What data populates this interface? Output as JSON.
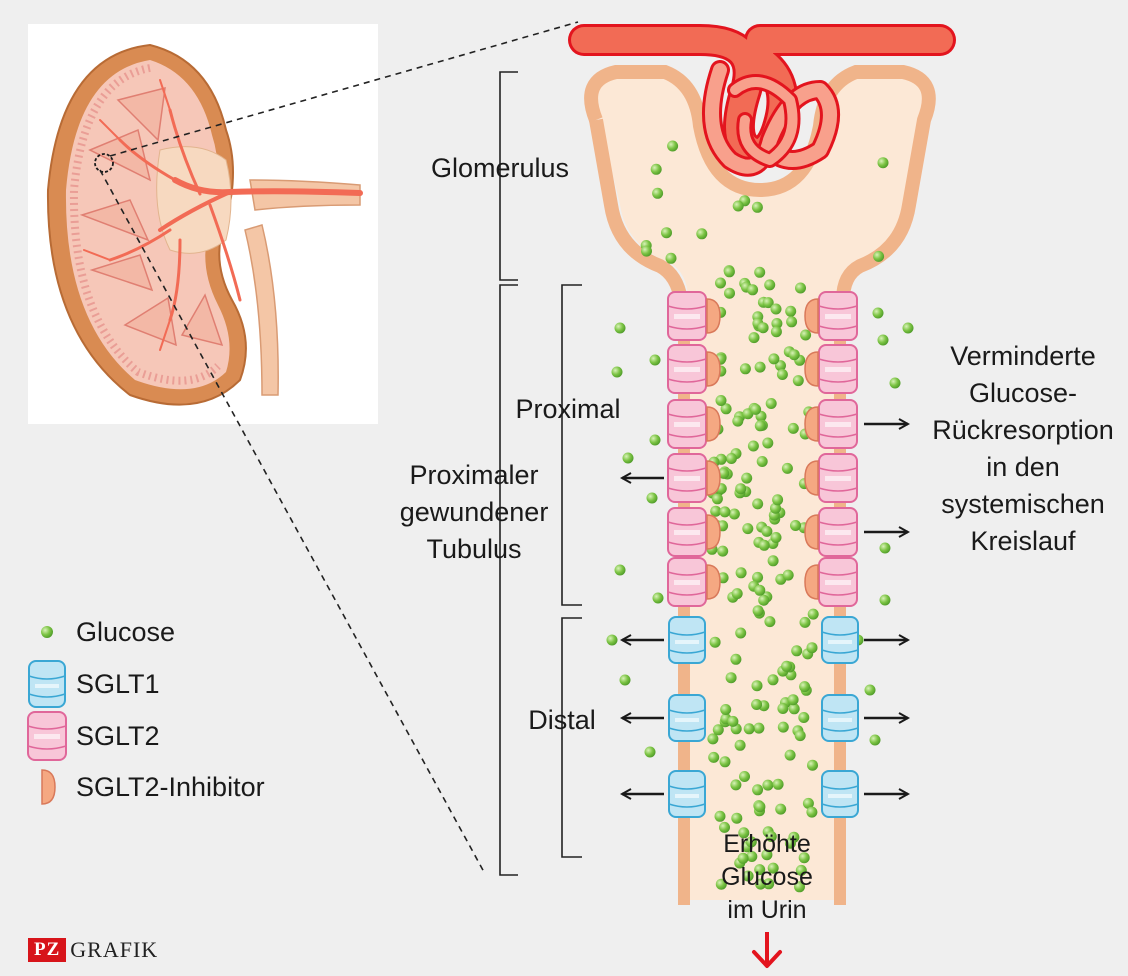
{
  "labels": {
    "glomerulus": "Glomerulus",
    "proximal_tubule": [
      "Proximaler",
      "gewundener",
      "Tubulus"
    ],
    "proximal": "Proximal",
    "distal": "Distal",
    "reduced_reabsorption": [
      "Verminderte",
      "Glucose-",
      "Rückresorption",
      "in den",
      "systemischen",
      "Kreislauf"
    ],
    "urine": [
      "Erhöhte",
      "Glucose",
      "im Urin"
    ]
  },
  "legend": [
    {
      "icon": "glucose-dot-icon",
      "label": "Glucose"
    },
    {
      "icon": "sglt1-transporter-icon",
      "label": "SGLT1"
    },
    {
      "icon": "sglt2-transporter-icon",
      "label": "SGLT2"
    },
    {
      "icon": "sglt2-inhibitor-icon",
      "label": "SGLT2-Inhibitor"
    }
  ],
  "brand": {
    "badge": "PZ",
    "word": "GRAFIK"
  },
  "colors": {
    "background": "#efefef",
    "tubule_wall": "#f0b48a",
    "tubule_fill": "#fce8d6",
    "glucose": "#7cc444",
    "sglt1": "#bfe5f4",
    "sglt1_stroke": "#3aa7d4",
    "sglt2": "#f8c6d8",
    "sglt2_stroke": "#e0679a",
    "inhibitor": "#f5a882",
    "vessel": "#f26b55",
    "urine_arrow": "#e3141e"
  }
}
